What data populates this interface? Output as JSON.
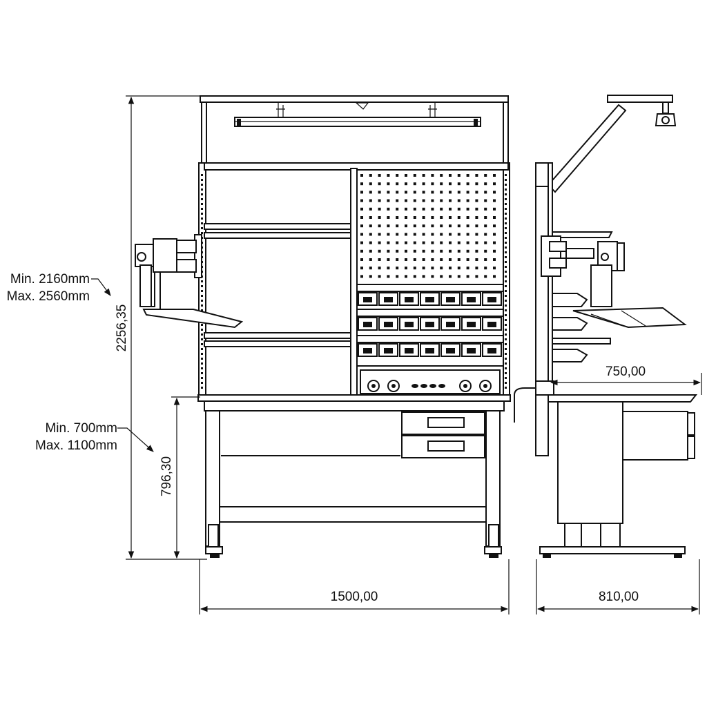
{
  "dimensions": {
    "overall_height": "2256,35",
    "height_range_min": "Min. 2160mm",
    "height_range_max": "Max. 2560mm",
    "desk_height": "796,30",
    "desk_range_min": "Min. 700mm",
    "desk_range_max": "Max. 1100mm",
    "front_width": "1500,00",
    "side_depth": "810,00",
    "top_depth": "750,00"
  }
}
